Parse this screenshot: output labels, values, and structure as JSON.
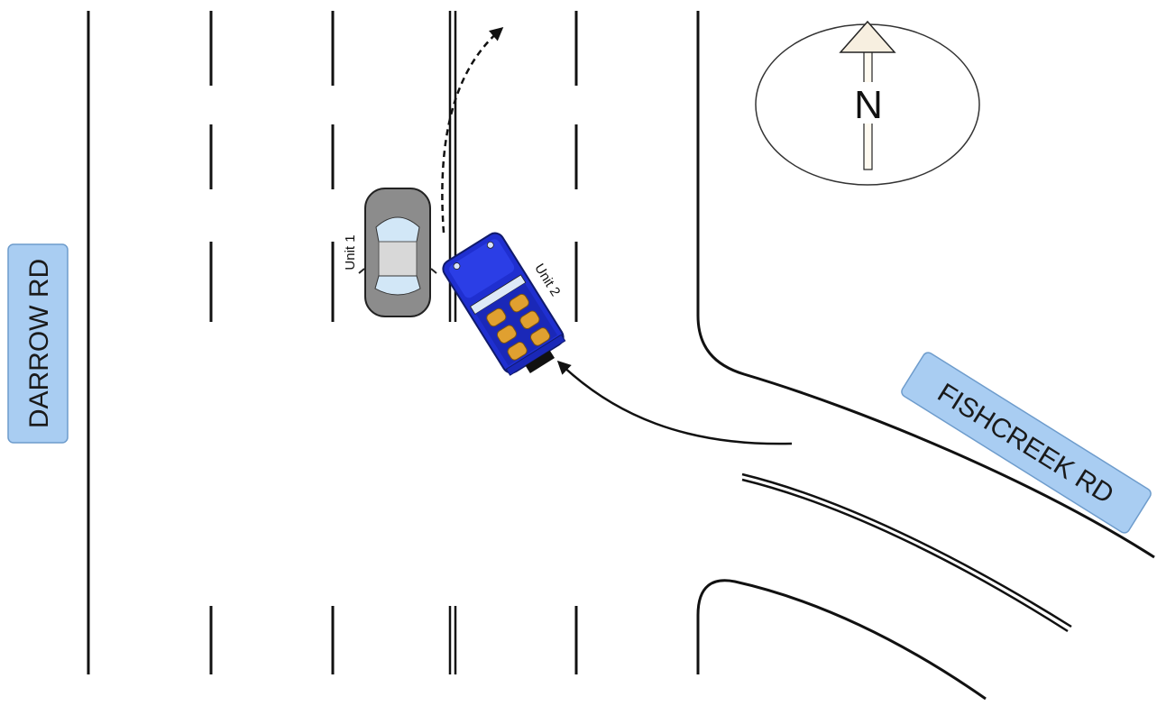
{
  "roads": {
    "main": "DARROW RD",
    "side": "FISHCREEK RD"
  },
  "units": {
    "unit1": {
      "label": "Unit 1",
      "color": "#8c8c8c"
    },
    "unit2": {
      "label": "Unit 2",
      "color": "#1f2fd0"
    }
  },
  "compass": {
    "label": "N",
    "icon": "north-arrow-icon"
  },
  "colors": {
    "label_fill": "#a9cdf2",
    "label_stroke": "#6e9ccc",
    "line": "#111111"
  }
}
